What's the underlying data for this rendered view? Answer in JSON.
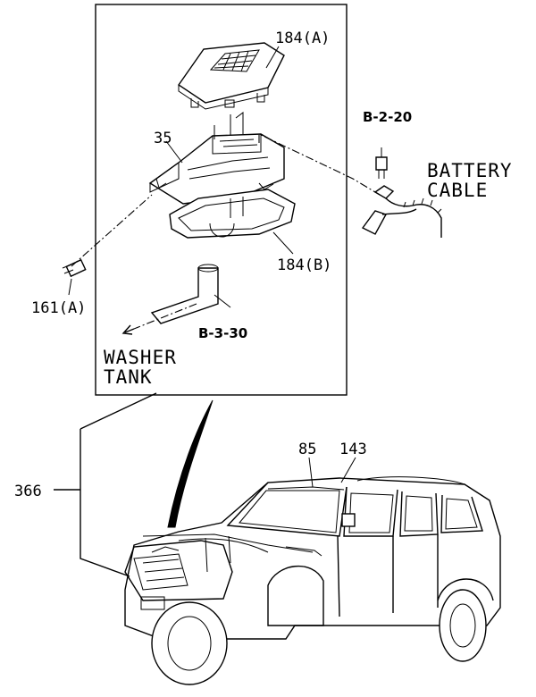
{
  "callouts": {
    "fuse_box_cover": "184(A)",
    "fuse_box": "35",
    "fuse_box_lower": "184(B)",
    "bolt": "161(A)",
    "ref_bolt": "B-2-20",
    "ref_washer": "B-3-30",
    "harness": "366",
    "part_85": "85",
    "part_143": "143"
  },
  "notes": {
    "battery_line1": "BATTERY",
    "battery_line2": "CABLE",
    "washer_line1": "WASHER",
    "washer_line2": "TANK"
  }
}
